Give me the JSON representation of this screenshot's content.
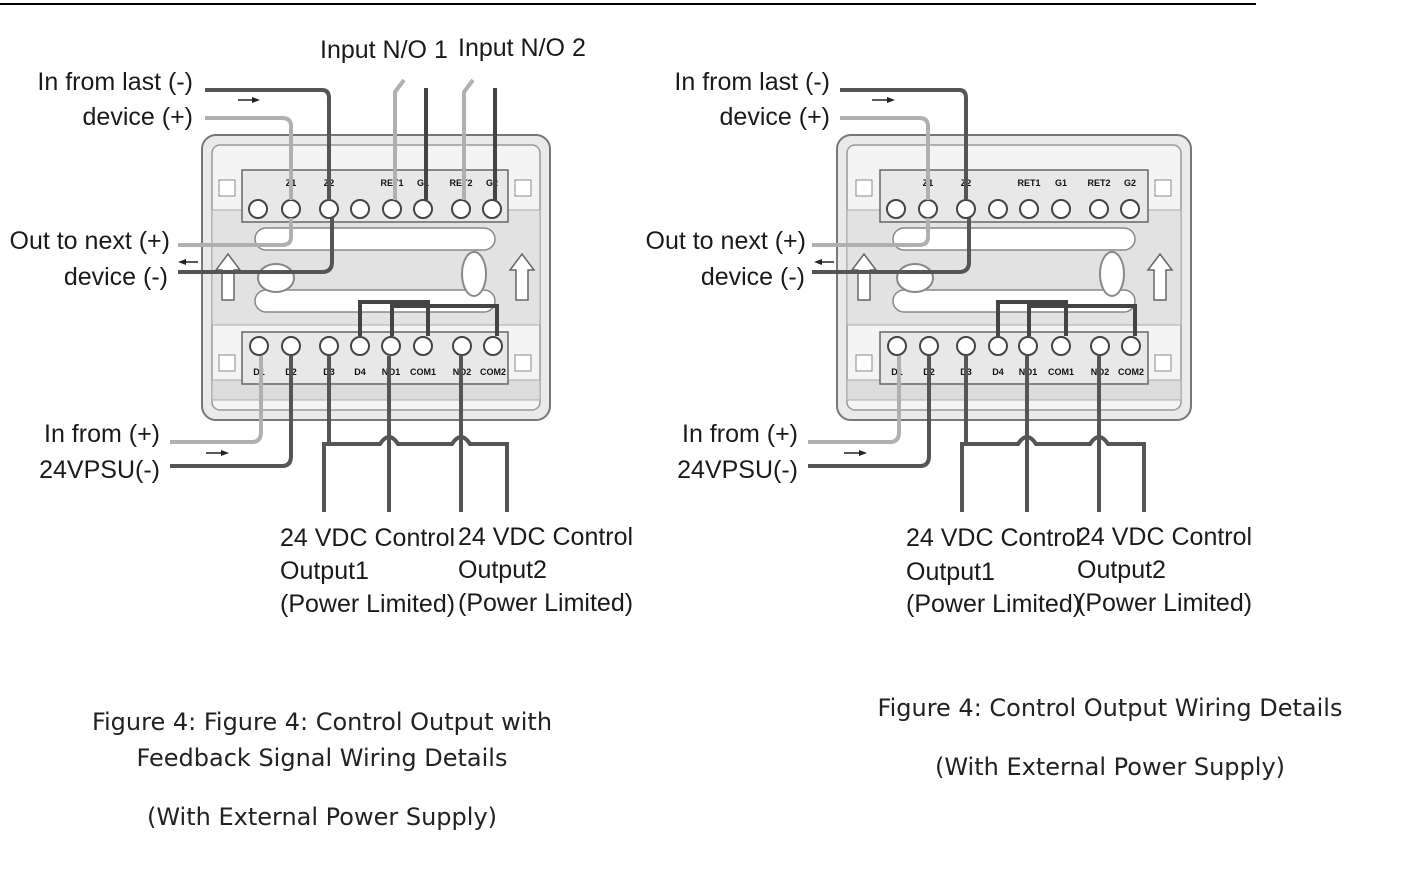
{
  "figures": [
    {
      "id": "left",
      "input_labels": {
        "no1": "Input N/O 1",
        "no2": "Input N/O 2"
      },
      "side_labels": {
        "in_last_1": "In from last (-)",
        "in_last_2": "device (+)",
        "out_next_1": "Out to next (+)",
        "out_next_2": "device (-)",
        "in_from_1": "In from (+)",
        "in_from_2": "24VPSU(-)"
      },
      "top_terminals": [
        "Z1",
        "Z2",
        "RET1",
        "G1",
        "RET2",
        "G2"
      ],
      "bottom_terminals": [
        "D1",
        "D2",
        "D3",
        "D4",
        "NO1",
        "COM1",
        "NO2",
        "COM2"
      ],
      "outputs": [
        {
          "line1": "24 VDC Control",
          "line2": "Output1",
          "line3": "(Power Limited)"
        },
        {
          "line1": "24 VDC Control",
          "line2": "Output2",
          "line3": "(Power Limited)"
        }
      ],
      "caption": {
        "line1": "Figure 4: Figure 4: Control Output with",
        "line2": "Feedback Signal Wiring Details",
        "line3": "(With External Power Supply)"
      }
    },
    {
      "id": "right",
      "side_labels": {
        "in_last_1": "In from last (-)",
        "in_last_2": "device (+)",
        "out_next_1": "Out to next (+)",
        "out_next_2": "device (-)",
        "in_from_1": "In from (+)",
        "in_from_2": "24VPSU(-)"
      },
      "top_terminals": [
        "Z1",
        "Z2",
        "RET1",
        "G1",
        "RET2",
        "G2"
      ],
      "bottom_terminals": [
        "D1",
        "D2",
        "D3",
        "D4",
        "NO1",
        "COM1",
        "NO2",
        "COM2"
      ],
      "outputs": [
        {
          "line1": "24 VDC Control",
          "line2": "Output1",
          "line3": "(Power Limited)"
        },
        {
          "line1": "24 VDC Control",
          "line2": "Output2",
          "line3": "(Power Limited)"
        }
      ],
      "caption": {
        "line1": "Figure 4: Control Output Wiring Details",
        "line2": "(With External Power Supply)"
      }
    }
  ]
}
